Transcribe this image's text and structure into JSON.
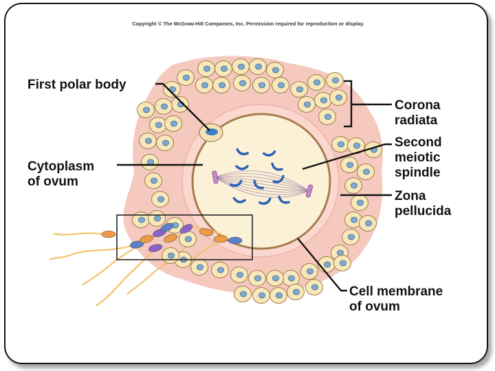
{
  "copyright": "Copyright © The McGraw-Hill Companies, Inc. Permission required for reproduction or display.",
  "labels": {
    "first_polar_body": [
      "First polar body"
    ],
    "cytoplasm": [
      "Cytoplasm",
      "of ovum"
    ],
    "corona_radiata": [
      "Corona",
      "radiata"
    ],
    "second_meiotic_spindle": [
      "Second",
      "meiotic",
      "spindle"
    ],
    "zona_pellucida": [
      "Zona",
      "pellucida"
    ],
    "cell_membrane": [
      "Cell membrane",
      "of ovum"
    ]
  },
  "colors": {
    "corona_layer": "#f6c9bf",
    "zona": "#fbd8cf",
    "cytoplasm": "#fbf1d6",
    "membrane": "#a77a4e",
    "chromosome": "#2d63b7",
    "spindle": "#9b7aa8",
    "sperm_tail": "#f2c26a",
    "sperm_head_orange": "#ef9a45",
    "sperm_head_blue": "#5c7fc7",
    "sperm_head_purple": "#8a62c7"
  }
}
